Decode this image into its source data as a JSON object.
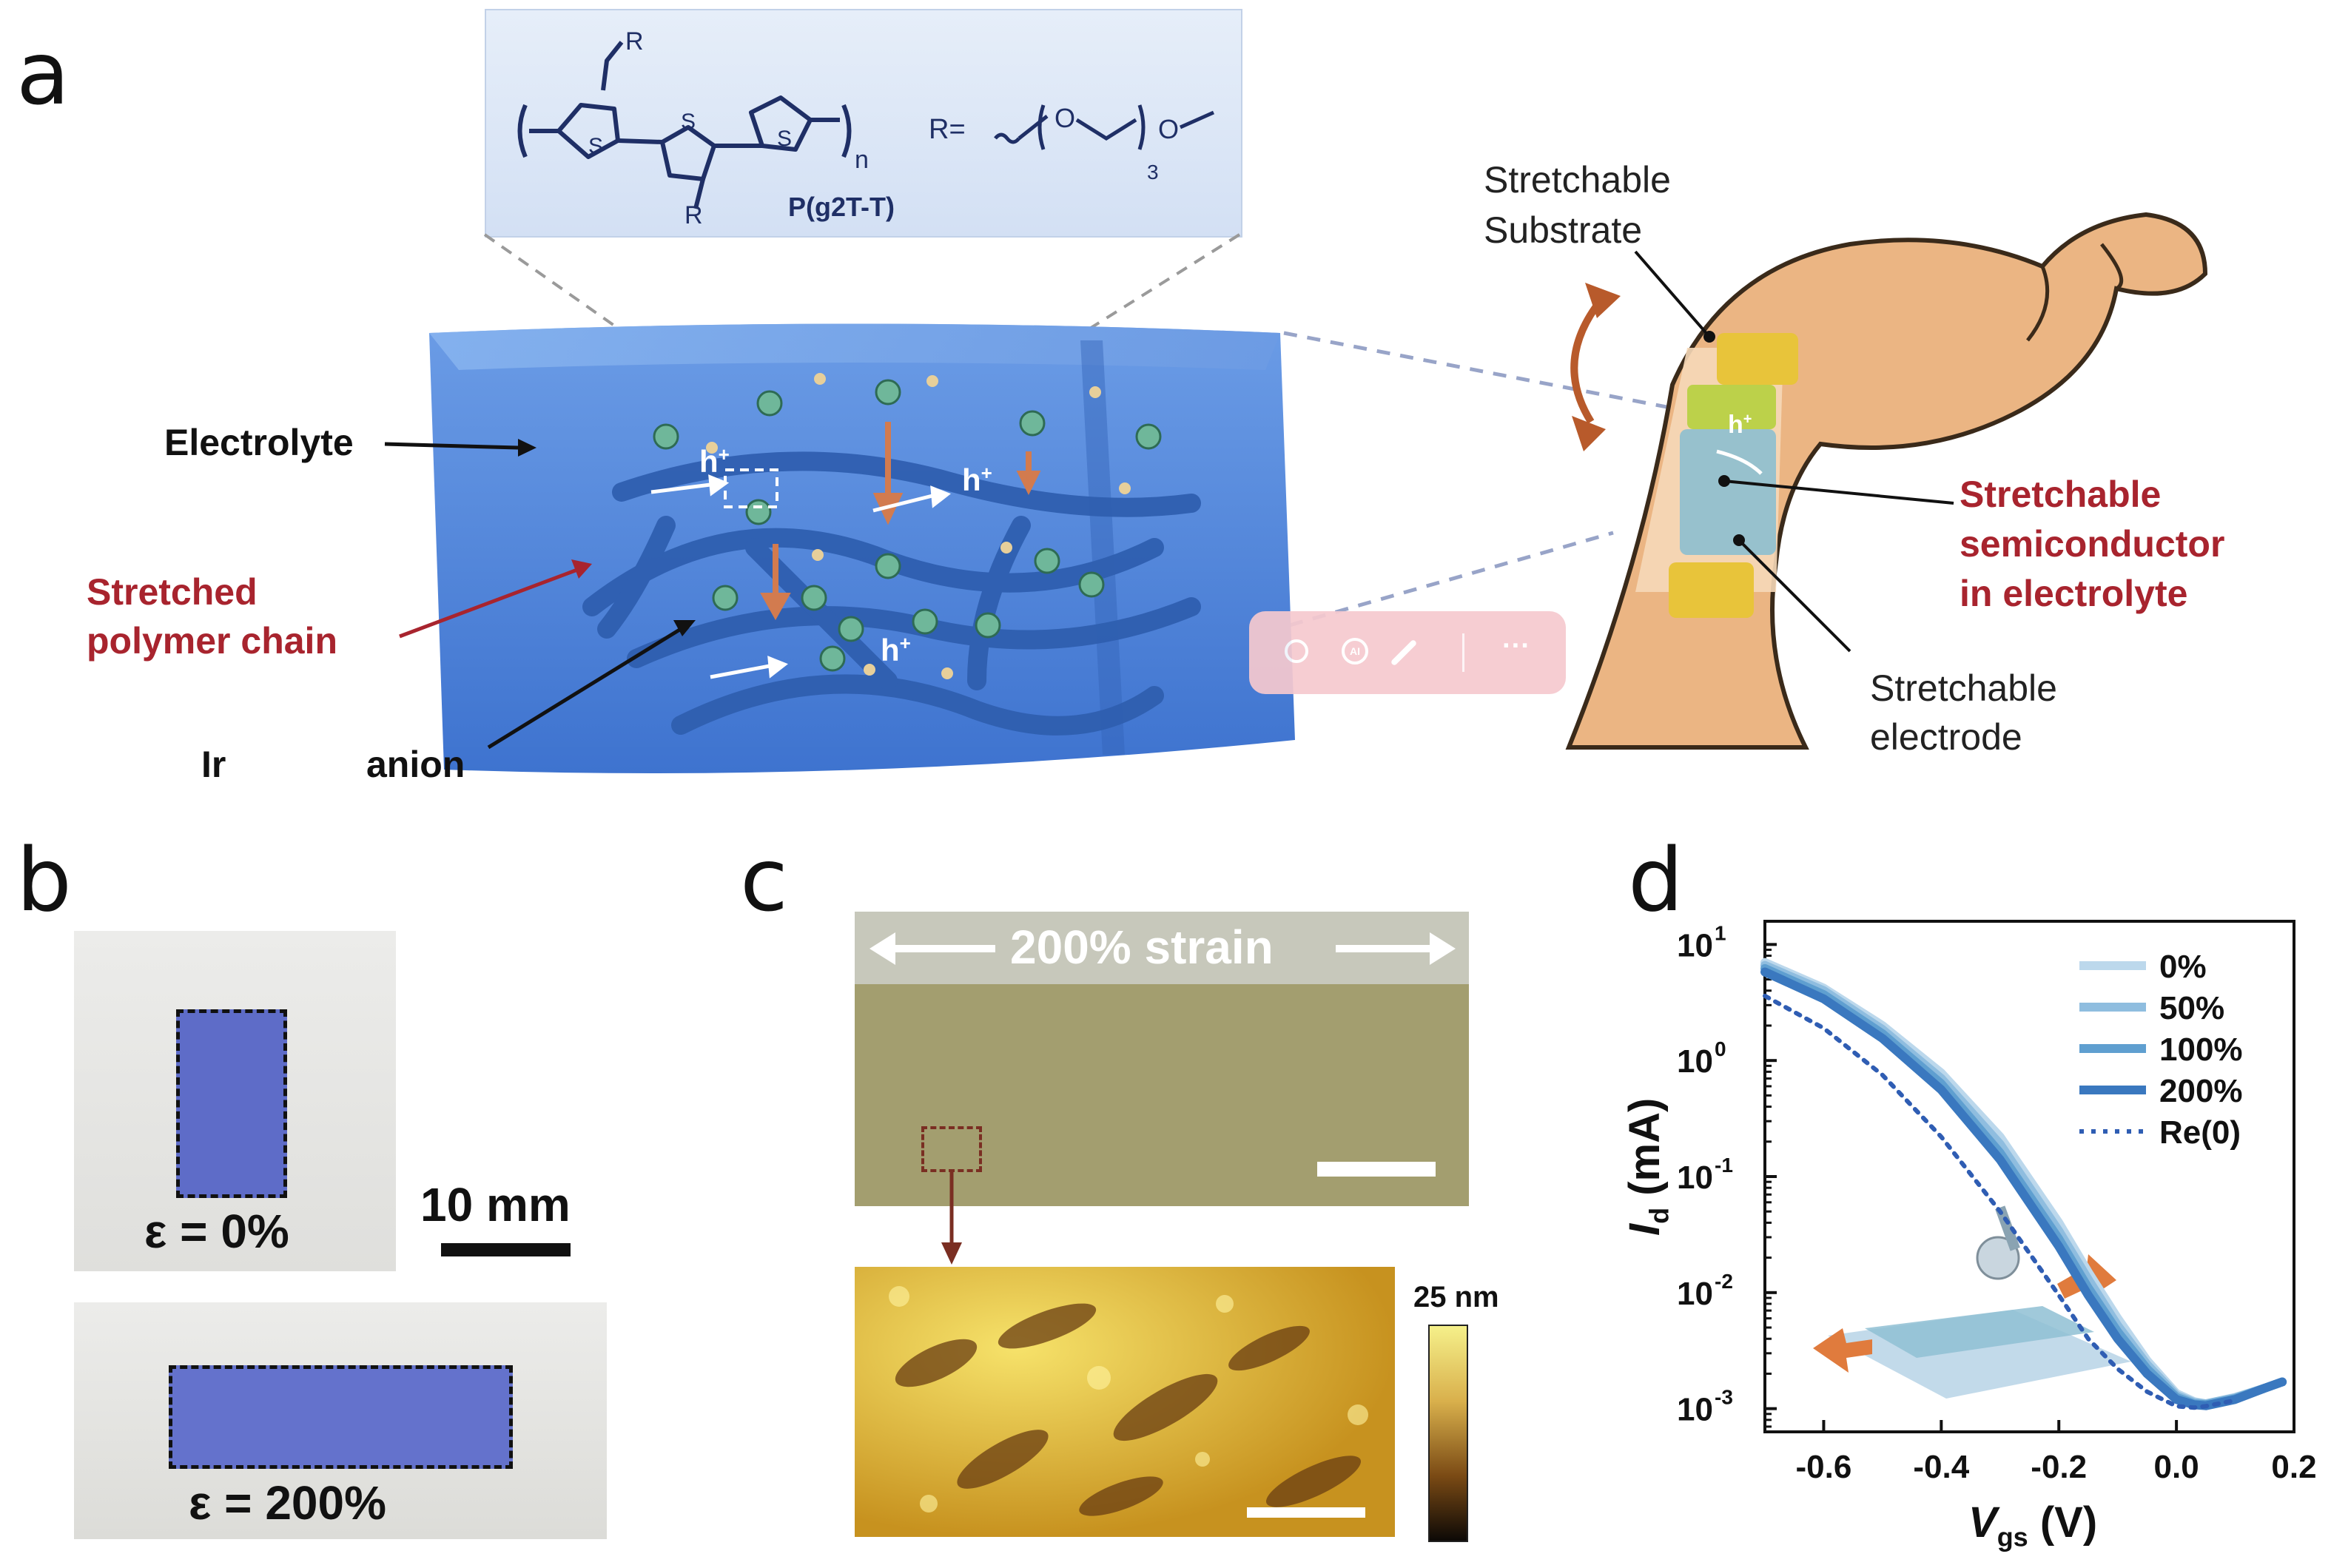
{
  "panels": {
    "a": "a",
    "b": "b",
    "c": "c",
    "d": "d"
  },
  "panel_a": {
    "structure_name": "P(g2T-T)",
    "r_group": "R=",
    "r_sub": "R",
    "n_sub": "n",
    "sub3": "3",
    "S": "S",
    "O": "O",
    "electrolyte": "Electrolyte",
    "stretched_line1": "Stretched",
    "stretched_line2": "polymer chain",
    "ir": "Ir",
    "anion": "anion",
    "hplus": "h",
    "sub_line1": "Stretchable",
    "sub_line2": "Substrate",
    "semi_line1": "Stretchable",
    "semi_line2": "semiconductor",
    "semi_line3": "in electrolyte",
    "elec_line1": "Stretchable",
    "elec_line2": "electrode",
    "toolbar_items": [
      "search-icon",
      "ai-icon",
      "magic-wand-icon",
      "more-icon"
    ],
    "toolbar_more": "···",
    "toolbar_ai": "AI"
  },
  "panel_b": {
    "scale": "10 mm",
    "eps0": "ε = 0%",
    "eps200": "ε = 200%"
  },
  "panel_c": {
    "strain": "200% strain",
    "colorbar": "25 nm"
  },
  "chart_data": {
    "type": "line",
    "xlabel": "V",
    "xlabel_sub": "gs",
    "xlabel_unit": " (V)",
    "ylabel": "I",
    "ylabel_sub": "d",
    "ylabel_unit": " (mA)",
    "xlim": [
      -0.7,
      0.2
    ],
    "ylim_log10": [
      -3.2,
      1.2
    ],
    "yscale": "log",
    "x_ticks": [
      -0.6,
      -0.4,
      -0.2,
      0.0,
      0.2
    ],
    "x_tick_labels": [
      "-0.6",
      "-0.4",
      "-0.2",
      "0.0",
      "0.2"
    ],
    "y_tick_labels": [
      {
        "base": "10",
        "exp": "1",
        "log": 1
      },
      {
        "base": "10",
        "exp": "0",
        "log": 0
      },
      {
        "base": "10",
        "exp": "-1",
        "log": -1
      },
      {
        "base": "10",
        "exp": "-2",
        "log": -2
      },
      {
        "base": "10",
        "exp": "-3",
        "log": -3
      }
    ],
    "legend_position": "top-right",
    "series": [
      {
        "name": "0%",
        "color": "#bcd8ec",
        "style": "solid",
        "x": [
          -0.7,
          -0.6,
          -0.5,
          -0.4,
          -0.3,
          -0.2,
          -0.15,
          -0.1,
          -0.05,
          0.0,
          0.03,
          0.05,
          0.1,
          0.15,
          0.18
        ],
        "y": [
          7.0,
          4.2,
          2.0,
          0.78,
          0.22,
          0.04,
          0.015,
          0.006,
          0.0026,
          0.00135,
          0.00115,
          0.0011,
          0.00125,
          0.0015,
          0.0017
        ]
      },
      {
        "name": "50%",
        "color": "#8fbddf",
        "style": "solid",
        "x": [
          -0.7,
          -0.6,
          -0.5,
          -0.4,
          -0.3,
          -0.2,
          -0.15,
          -0.1,
          -0.05,
          0.0,
          0.03,
          0.05,
          0.1,
          0.15,
          0.18
        ],
        "y": [
          6.6,
          4.0,
          1.85,
          0.7,
          0.19,
          0.034,
          0.013,
          0.0052,
          0.0024,
          0.0013,
          0.00113,
          0.0011,
          0.00124,
          0.0015,
          0.0017
        ]
      },
      {
        "name": "100%",
        "color": "#5f9fd0",
        "style": "solid",
        "x": [
          -0.7,
          -0.6,
          -0.5,
          -0.4,
          -0.3,
          -0.2,
          -0.15,
          -0.1,
          -0.05,
          0.0,
          0.03,
          0.05,
          0.1,
          0.15,
          0.18
        ],
        "y": [
          6.2,
          3.7,
          1.7,
          0.63,
          0.16,
          0.029,
          0.011,
          0.0046,
          0.0022,
          0.00125,
          0.0011,
          0.00108,
          0.00122,
          0.0015,
          0.0017
        ]
      },
      {
        "name": "200%",
        "color": "#3a78bf",
        "style": "solid",
        "x": [
          -0.7,
          -0.6,
          -0.5,
          -0.4,
          -0.3,
          -0.2,
          -0.15,
          -0.1,
          -0.05,
          0.0,
          0.03,
          0.05,
          0.1,
          0.15,
          0.18
        ],
        "y": [
          5.8,
          3.4,
          1.55,
          0.56,
          0.14,
          0.025,
          0.0095,
          0.004,
          0.002,
          0.0012,
          0.00108,
          0.00106,
          0.0012,
          0.0015,
          0.0017
        ]
      },
      {
        "name": "Re(0)",
        "color": "#2f5db3",
        "style": "dotted",
        "x": [
          -0.7,
          -0.6,
          -0.5,
          -0.4,
          -0.3,
          -0.2,
          -0.15,
          -0.1,
          -0.05,
          0.0,
          0.03,
          0.05,
          0.1
        ],
        "y": [
          3.6,
          1.9,
          0.75,
          0.22,
          0.05,
          0.0095,
          0.004,
          0.0022,
          0.0014,
          0.00105,
          0.00102,
          0.00105,
          0.00118
        ]
      }
    ]
  }
}
